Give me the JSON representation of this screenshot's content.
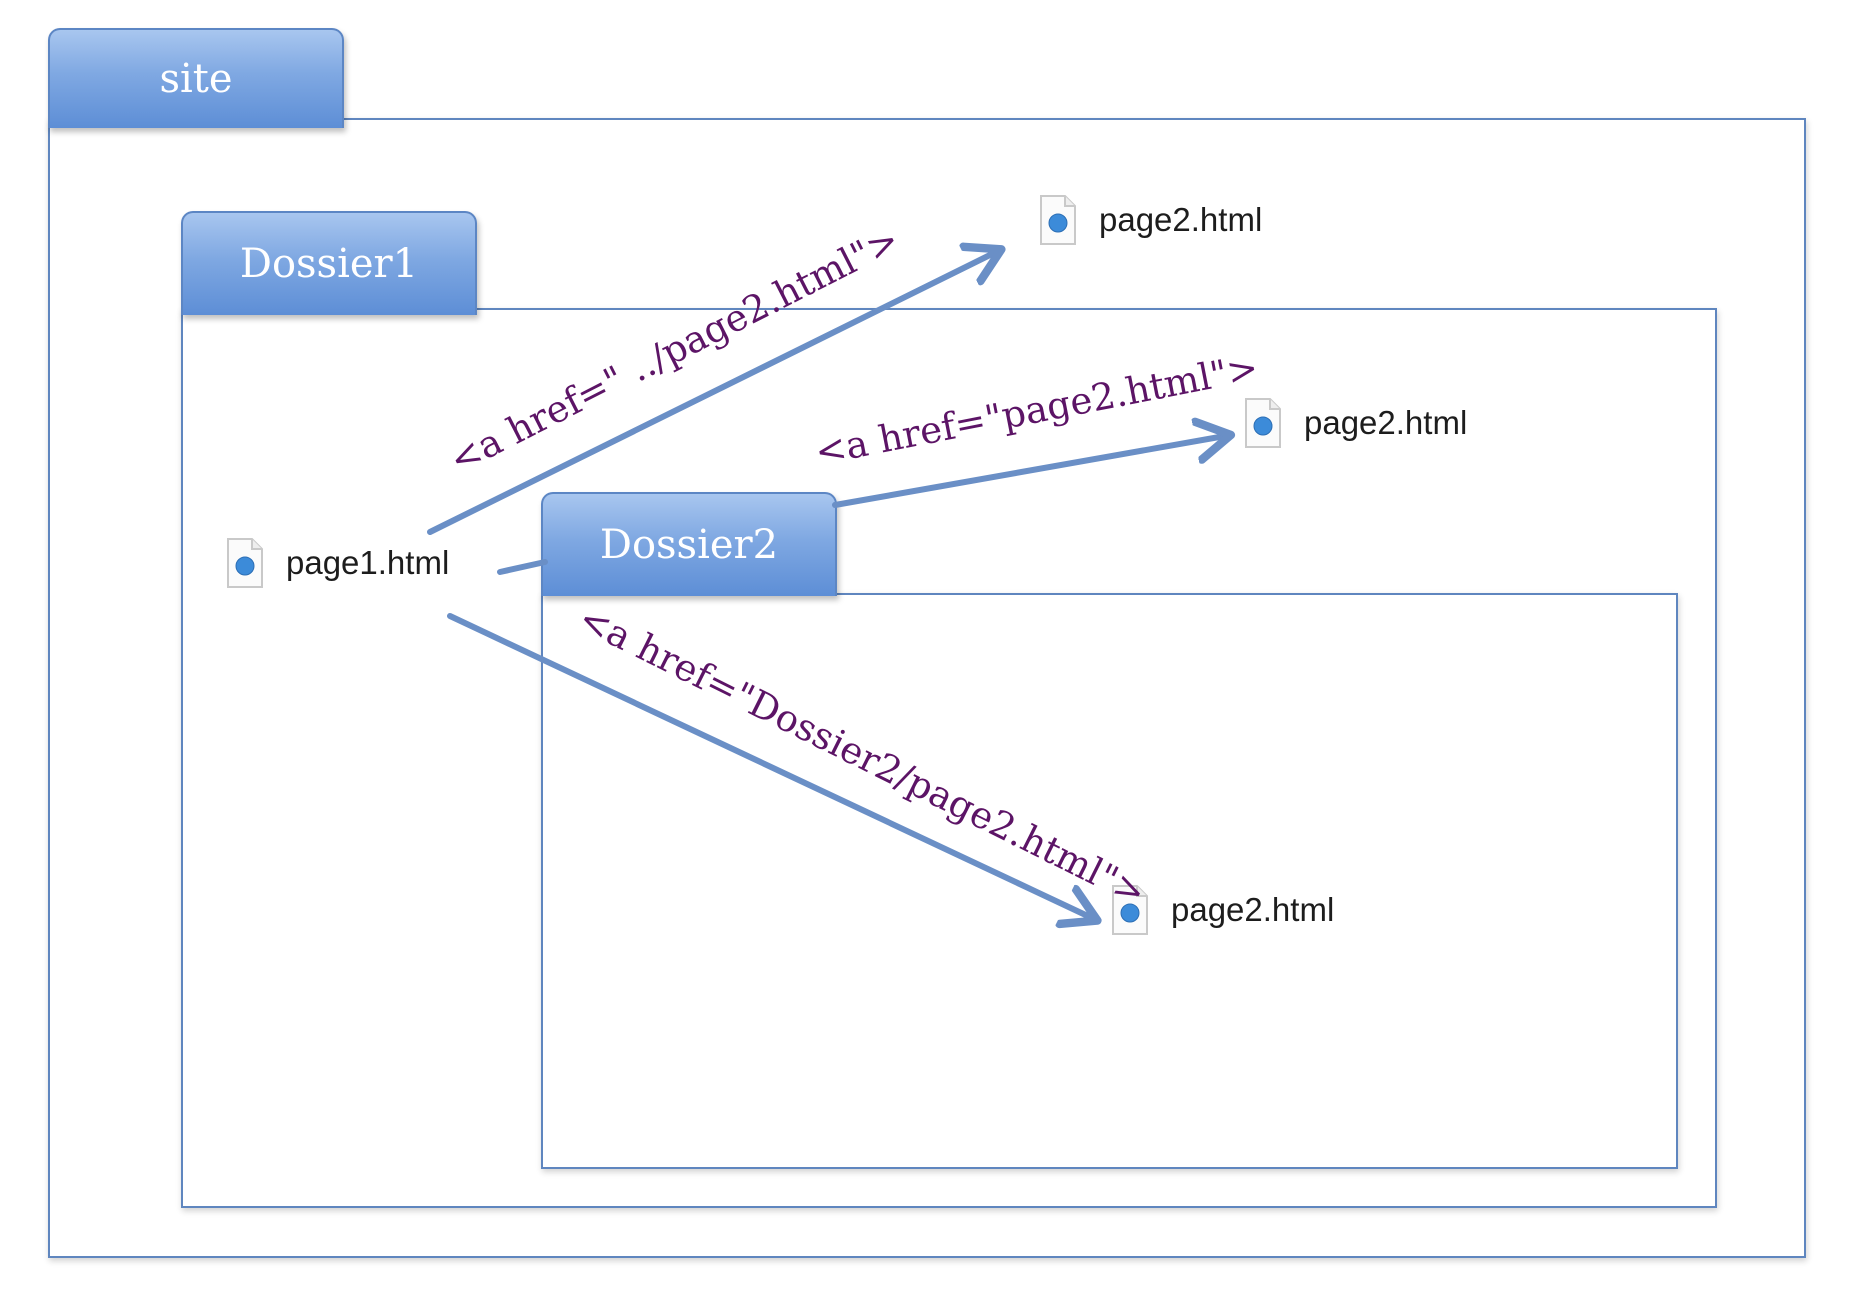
{
  "folders": {
    "site": "site",
    "dossier1": "Dossier1",
    "dossier2": "Dossier2"
  },
  "files": {
    "page1": "page1.html",
    "page2_site": "page2.html",
    "page2_dossier1": "page2.html",
    "page2_dossier2": "page2.html"
  },
  "links": {
    "to_parent": "<a href=\" ../page2.html\">",
    "to_same": "<a href=\"page2.html\">",
    "to_child": "<a href=\"Dossier2/page2.html\">"
  },
  "colors": {
    "frame": "#5f86bf",
    "tab": "#6f9be0",
    "arrow": "#6a8fc6",
    "label": "#5c1466"
  },
  "icons": {
    "html_file": "html-document-icon"
  }
}
